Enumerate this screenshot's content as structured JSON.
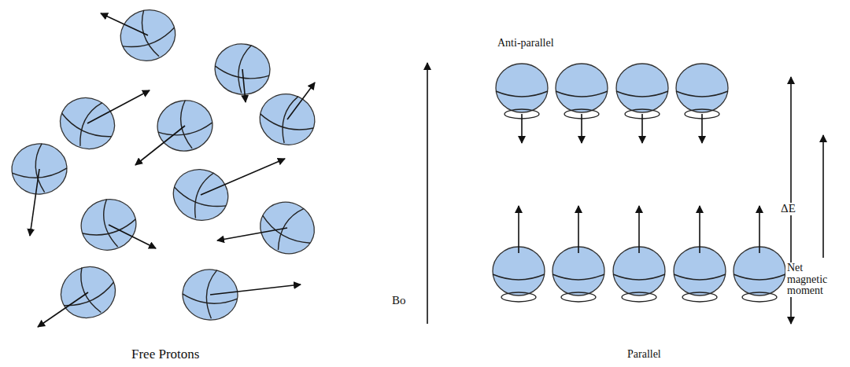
{
  "diagram": {
    "labels": [
      "Anti-parallel",
      "ΔE",
      "Net magnetic moment",
      "Bo",
      "Free Protons",
      "Parallel"
    ]
  }
}
